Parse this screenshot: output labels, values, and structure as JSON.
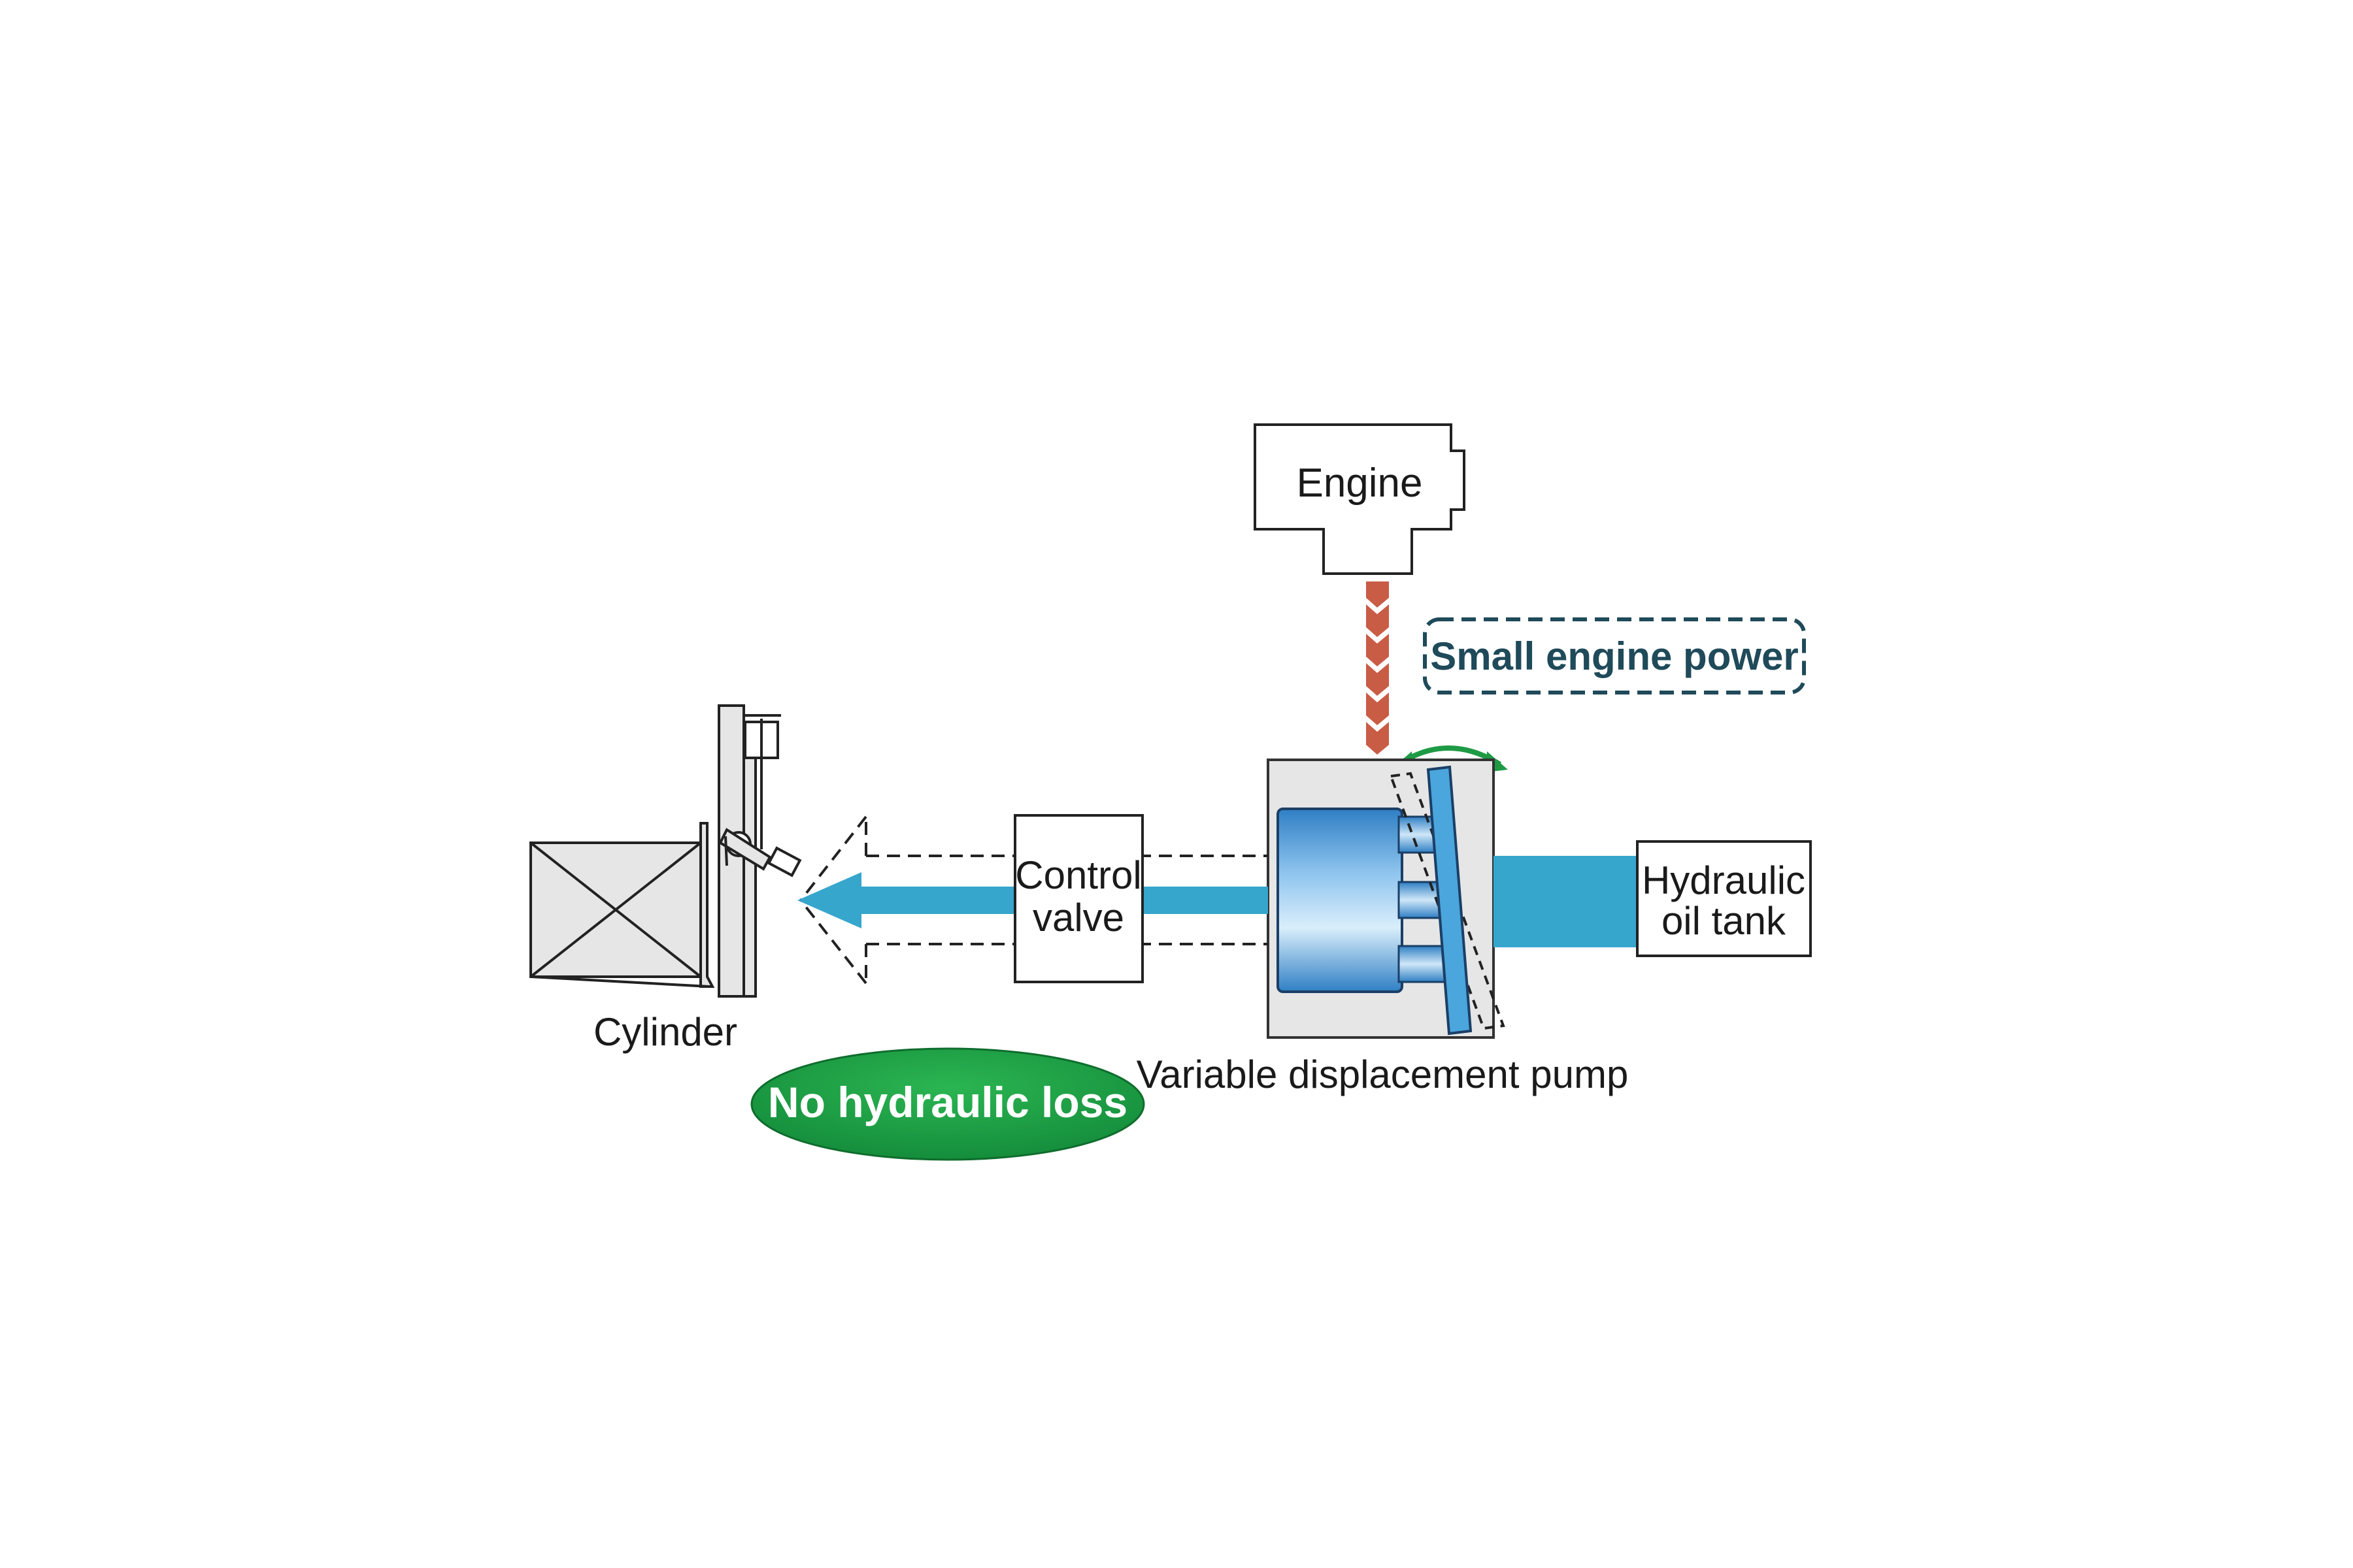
{
  "labels": {
    "engine": "Engine",
    "small_engine_power": "Small engine power",
    "control_valve_line1": "Control",
    "control_valve_line2": "valve",
    "tank_line1": "Hydraulic",
    "tank_line2": "oil tank",
    "cylinder": "Cylinder",
    "pump": "Variable displacement pump",
    "no_loss": "No hydraulic loss"
  },
  "colors": {
    "oil_flow": "#36a6cc",
    "engine_power": "#c95c45",
    "badge_green": "#1e9a45",
    "callout_outline": "#1f4a5a",
    "callout_text": "#1f4a5a",
    "pump_body": "#e6e6e6",
    "pump_rotor": "#3c8fd0"
  }
}
